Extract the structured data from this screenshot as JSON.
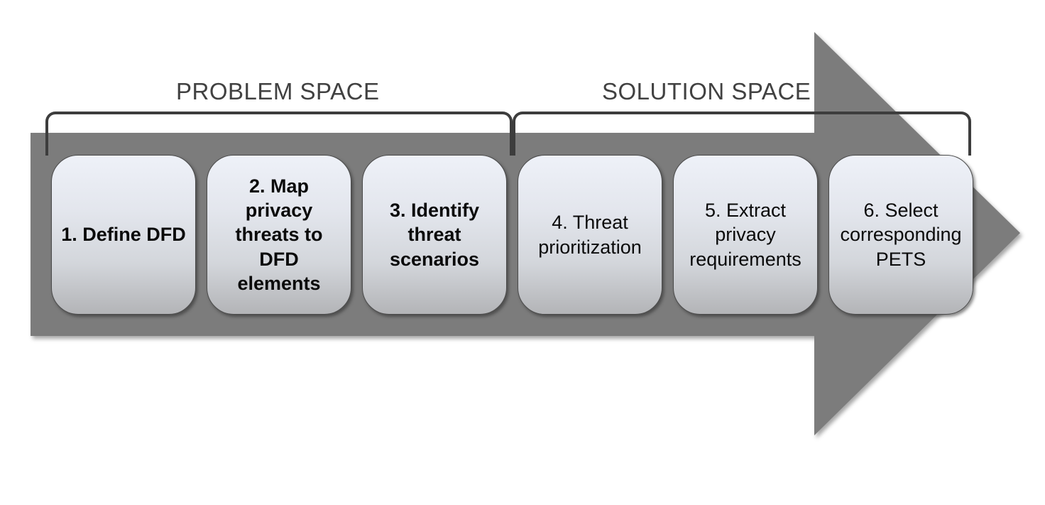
{
  "diagram": {
    "kind": "process-flow-arrow",
    "spaces": {
      "problem": {
        "label": "PROBLEM SPACE",
        "covers_steps": [
          1,
          2,
          3
        ]
      },
      "solution": {
        "label": "SOLUTION SPACE",
        "covers_steps": [
          4,
          5,
          6
        ]
      }
    },
    "steps": [
      {
        "number": 1,
        "label": "1. Define DFD",
        "bold": true,
        "space": "problem"
      },
      {
        "number": 2,
        "label": "2. Map\nprivacy\nthreats to\nDFD\nelements",
        "bold": true,
        "space": "problem"
      },
      {
        "number": 3,
        "label": "3. Identify\nthreat\nscenarios",
        "bold": true,
        "space": "problem"
      },
      {
        "number": 4,
        "label": "4. Threat\nprioritization",
        "bold": false,
        "space": "solution"
      },
      {
        "number": 5,
        "label": "5. Extract\nprivacy\nrequirements",
        "bold": false,
        "space": "solution"
      },
      {
        "number": 6,
        "label": "6. Select\ncorresponding\nPETS",
        "bold": false,
        "space": "solution"
      }
    ],
    "colors": {
      "arrow_fill": "#7c7c7c",
      "bracket_stroke": "#3d3d3d",
      "space_label_text": "#414141",
      "box_border": "#4b4b4b",
      "box_gradient_top": "#eef1f8",
      "box_gradient_bottom": "#b3b4b7",
      "step_text": "#0a0a0a",
      "background": "#ffffff"
    }
  }
}
